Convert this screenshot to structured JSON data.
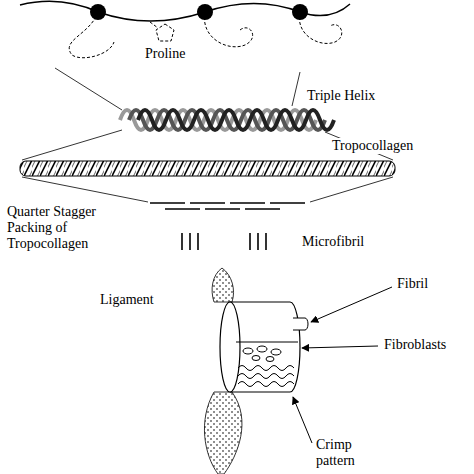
{
  "diagram": {
    "labels": [
      "Proline",
      "Triple Helix",
      "Tropocollagen",
      "Quarter Stagger Packing of Tropocollagen",
      "Microfibril",
      "Ligament",
      "Fibril",
      "Fibroblasts",
      "Crimp pattern"
    ]
  }
}
